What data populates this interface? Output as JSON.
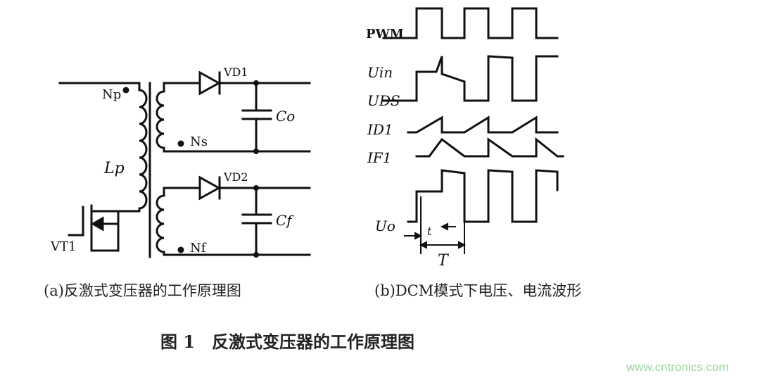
{
  "circuit": {
    "np": "Np",
    "ns": "Ns",
    "nf": "Nf",
    "lp": "Lp",
    "vd1": "VD1",
    "vd2": "VD2",
    "co": "Co",
    "cf": "Cf",
    "vt1": "VT1"
  },
  "waveforms": {
    "pwm": "PWM",
    "uin": "Uin",
    "uds": "UDS",
    "id1": "ID1",
    "if1": "IF1",
    "uo": "Uo",
    "t_small": "t",
    "t_period": "T"
  },
  "captions": {
    "left": "(a)反激式变压器的工作原理图",
    "right": "(b)DCM模式下电压、电流波形",
    "figure": "图 1　反激式变压器的工作原理图"
  },
  "watermark": "www.cntronics.com"
}
